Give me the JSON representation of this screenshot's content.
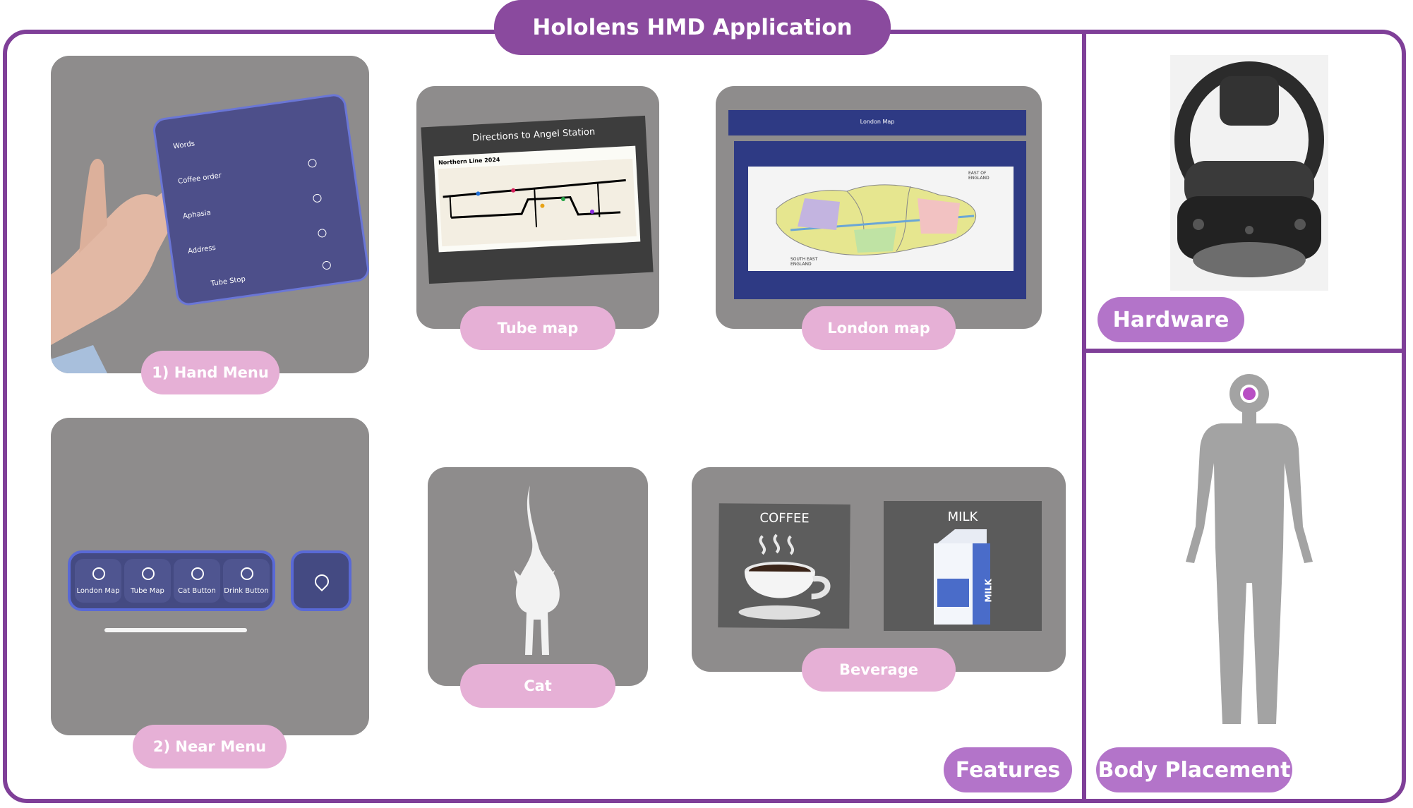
{
  "title": "Hololens HMD Application",
  "panels": {
    "hand_menu": {
      "label": "1) Hand Menu",
      "items": [
        "Words",
        "Coffee order",
        "Aphasia",
        "Address",
        "Tube Stop"
      ]
    },
    "near_menu": {
      "label": "2) Near Menu",
      "buttons": [
        "London Map",
        "Tube Map",
        "Cat Button",
        "Drink Button"
      ]
    },
    "tube_map": {
      "label": "Tube map",
      "screen_title": "Directions to Angel Station",
      "line_title": "Northern Line 2024"
    },
    "london_map": {
      "label": "London map",
      "screen_title": "London Map",
      "region_east": "EAST OF ENGLAND",
      "region_south": "SOUTH EAST ENGLAND"
    },
    "cat": {
      "label": "Cat"
    },
    "beverage": {
      "label": "Beverage",
      "coffee": "COFFEE",
      "milk": "MILK",
      "milk_carton_text": "MILK"
    }
  },
  "sections": {
    "features": "Features",
    "hardware": "Hardware",
    "body_placement": "Body Placement"
  },
  "colors": {
    "frame": "#7f3f98",
    "title_pill": "#8a4a9e",
    "label_pill": "#e6b0d6",
    "section_pill": "#b374c9",
    "body_marker": "#b84fc4"
  }
}
